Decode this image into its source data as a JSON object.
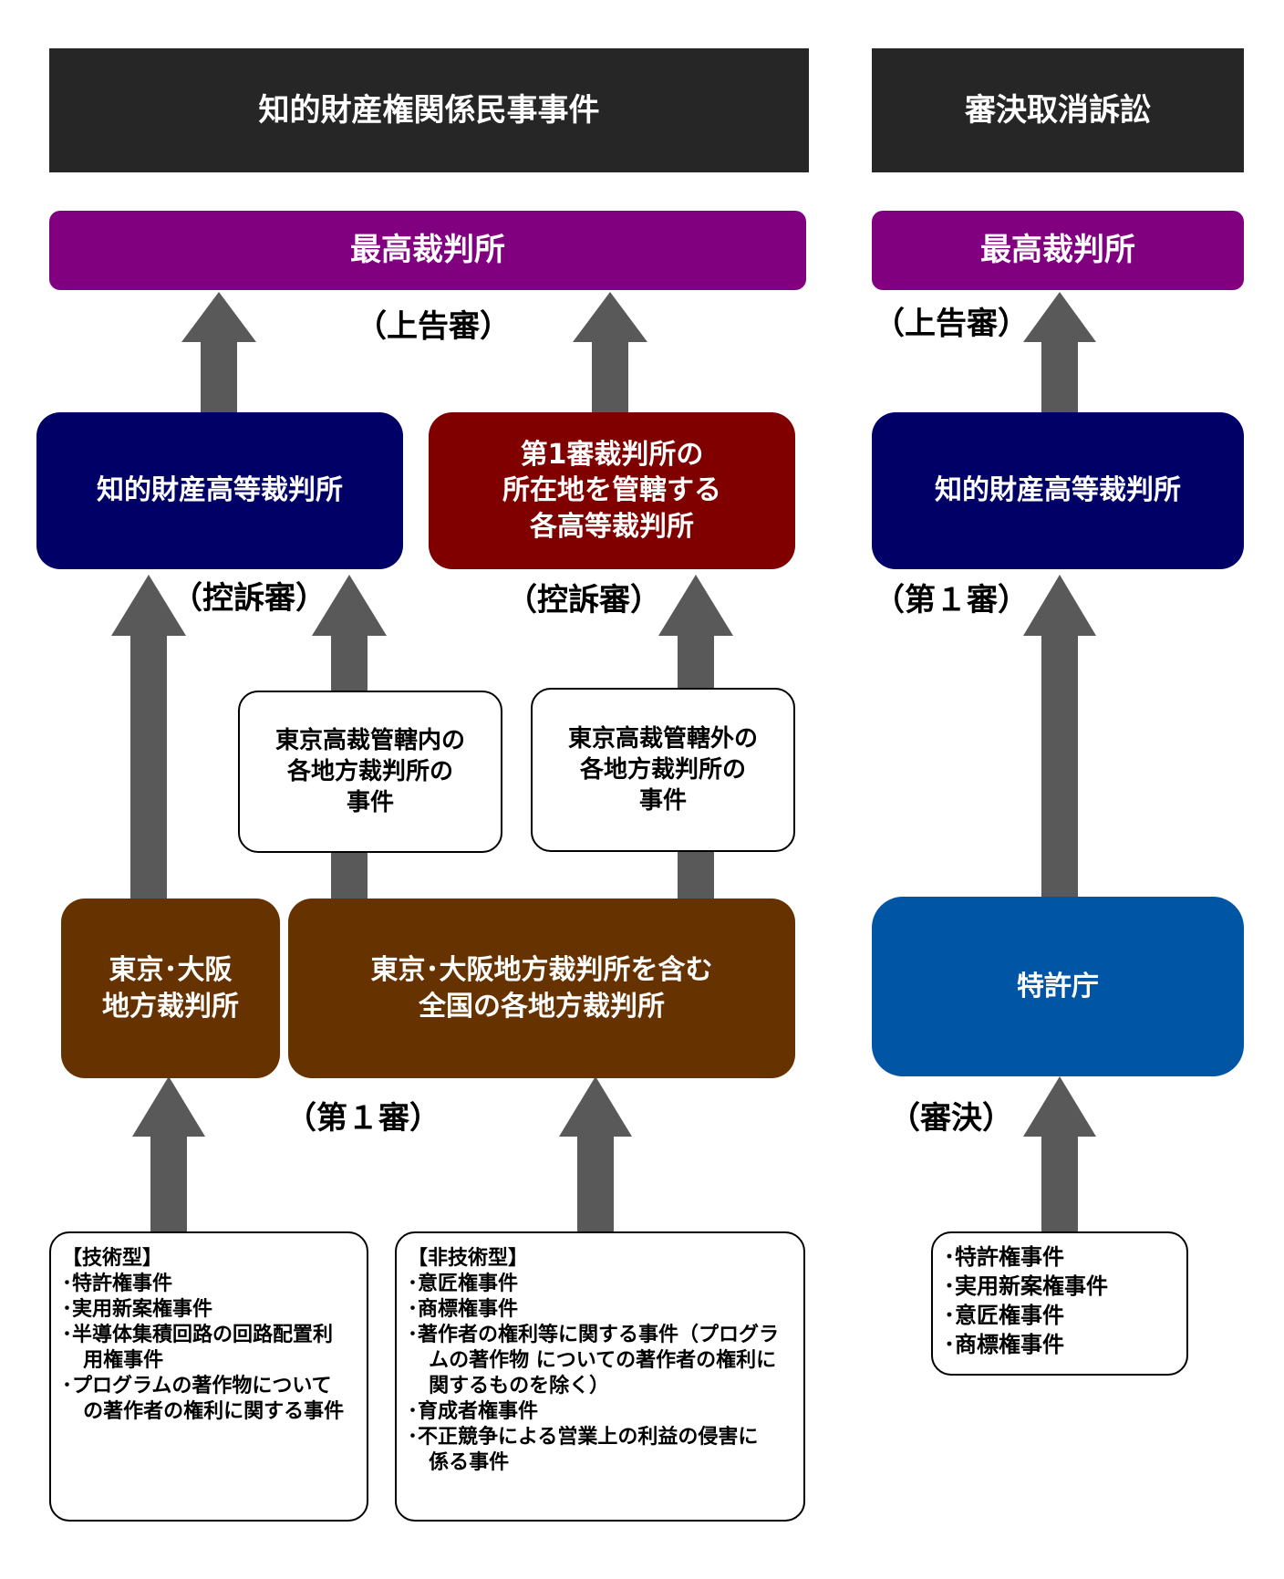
{
  "headers": {
    "civil": "知的財産権関係民事事件",
    "trial": "審決取消訴訟"
  },
  "supreme_courts": {
    "left": "最高裁判所",
    "right": "最高裁判所"
  },
  "stage_labels": {
    "jokoku_left": "（上告審）",
    "jokoku_right": "（上告審）",
    "koso_left": "（控訴審）",
    "koso_center": "（控訴審）",
    "first_instance_right": "（第１審）",
    "first_instance_left": "（第１審）",
    "shinketsu": "（審決）"
  },
  "high_courts": {
    "ip_high_court_left": "知的財産高等裁判所",
    "regional_high_courts": "第1審裁判所の\n所在地を管轄する\n各高等裁判所",
    "ip_high_court_right": "知的財産高等裁判所"
  },
  "routing_notes": {
    "inside_tokyo": "東京高裁管轄内の\n各地方裁判所の\n事件",
    "outside_tokyo": "東京高裁管轄外の\n各地方裁判所の\n事件"
  },
  "district_courts": {
    "tokyo_osaka": "東京･大阪\n地方裁判所",
    "nationwide": "東京･大阪地方裁判所を含む\n全国の各地方裁判所"
  },
  "patent_office": "特許庁",
  "case_lists": {
    "technical": {
      "title": "【技術型】",
      "items": [
        "･特許権事件",
        "･実用新案権事件",
        "･半導体集積回路の回路配置利",
        "用権事件",
        "･プログラムの著作物について",
        "の著作者の権利に関する事件"
      ]
    },
    "non_technical": {
      "title": "【非技術型】",
      "items": [
        "･意匠権事件",
        "･商標権事件",
        "･著作者の権利等に関する事件（プログラ",
        "ムの著作物 についての著作者の権利に",
        "関するものを除く）",
        "･育成者権事件",
        "･不正競争による営業上の利益の侵害に",
        "係る事件"
      ]
    },
    "trial_cases": {
      "items": [
        "･特許権事件",
        "･実用新案権事件",
        "･意匠権事件",
        "･商標権事件"
      ]
    }
  },
  "colors": {
    "header": "#262626",
    "supreme_court": "#800080",
    "ip_high_court": "#000066",
    "regional_high_court": "#800000",
    "district_court": "#663300",
    "patent_office": "#0055a5",
    "arrow": "#595959"
  }
}
